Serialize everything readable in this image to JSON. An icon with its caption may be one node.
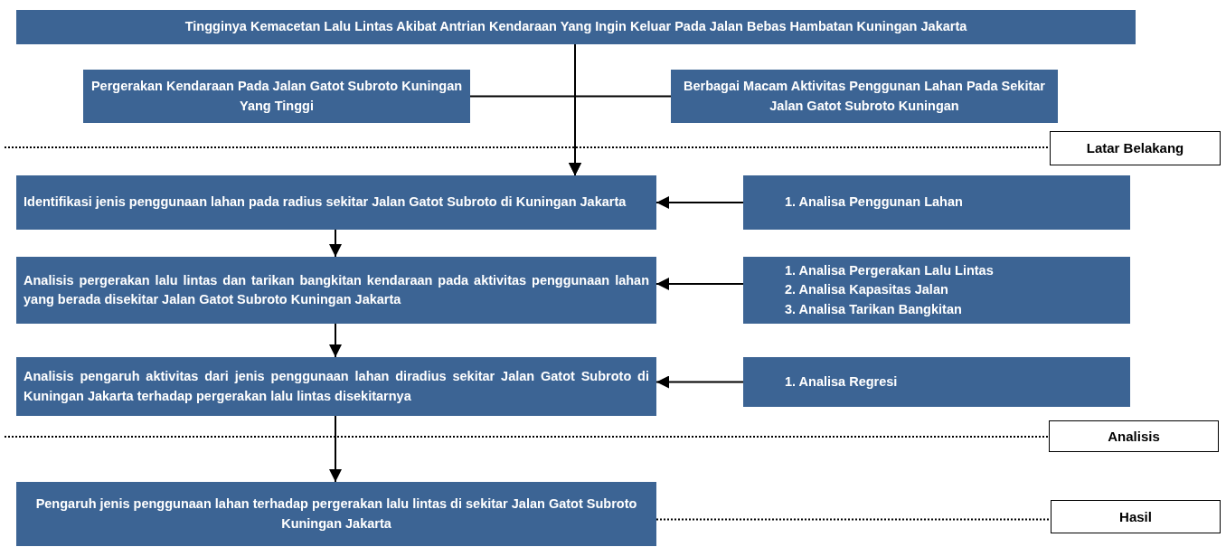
{
  "diagram": {
    "nodes": [
      {
        "text": [
          "Tingginya Kemacetan Lalu Lintas Akibat Antrian Kendaraan Yang Ingin Keluar Pada Jalan Bebas Hambatan Kuningan Jakarta"
        ]
      },
      {
        "text": [
          "Pergerakan Kendaraan Pada Jalan Gatot Subroto Kuningan Yang Tinggi"
        ]
      },
      {
        "text": [
          "Berbagai Macam Aktivitas Penggunan Lahan Pada Sekitar Jalan Gatot Subroto Kuningan"
        ]
      },
      {
        "text": [
          "Latar Belakang"
        ]
      },
      {
        "text": [
          "Identifikasi jenis penggunaan lahan pada radius sekitar Jalan Gatot Subroto di Kuningan Jakarta"
        ]
      },
      {
        "text": [
          "1. Analisa Penggunan Lahan"
        ]
      },
      {
        "text": [
          "Analisis pergerakan lalu lintas dan tarikan bangkitan kendaraan pada aktivitas penggunaan lahan yang berada disekitar Jalan Gatot Subroto Kuningan Jakarta"
        ]
      },
      {
        "text": [
          "1. Analisa Pergerakan Lalu Lintas",
          "2. Analisa Kapasitas Jalan",
          "3. Analisa Tarikan Bangkitan"
        ]
      },
      {
        "text": [
          "Analisis pengaruh aktivitas dari jenis penggunaan lahan diradius sekitar Jalan Gatot Subroto di Kuningan Jakarta terhadap pergerakan lalu lintas disekitarnya"
        ]
      },
      {
        "text": [
          "1. Analisa Regresi"
        ]
      },
      {
        "text": [
          "Analisis"
        ]
      },
      {
        "text": [
          "Pengaruh jenis penggunaan lahan terhadap pergerakan lalu lintas di sekitar Jalan Gatot Subroto Kuningan Jakarta"
        ]
      },
      {
        "text": [
          "Hasil"
        ]
      }
    ],
    "edges": [
      {
        "from": 0,
        "to": 4,
        "arrow": "to"
      },
      {
        "from": 1,
        "to": 4,
        "arrow": "to"
      },
      {
        "from": 2,
        "to": 4,
        "arrow": "to"
      },
      {
        "from": 5,
        "to": 4,
        "arrow": "to"
      },
      {
        "from": 4,
        "to": 6,
        "arrow": "to"
      },
      {
        "from": 7,
        "to": 6,
        "arrow": "to"
      },
      {
        "from": 6,
        "to": 8,
        "arrow": "to"
      },
      {
        "from": 9,
        "to": 8,
        "arrow": "to"
      },
      {
        "from": 8,
        "to": 11,
        "arrow": "to"
      },
      {
        "from": 11,
        "to": 12,
        "arrow": "none",
        "style": "dashed"
      }
    ]
  }
}
